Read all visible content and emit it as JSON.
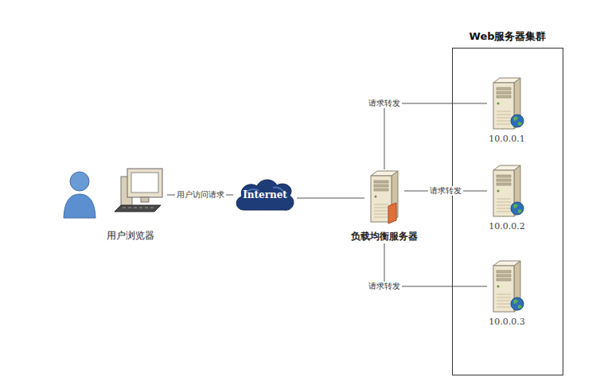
{
  "diagram": {
    "nodes": [
      {
        "text": [
          "用户浏览器"
        ]
      },
      {
        "text": [
          "Internet"
        ]
      },
      {
        "text": [
          "负载均衡服务器"
        ]
      },
      {
        "text": [
          "Web服务器集群"
        ]
      },
      {
        "text": [
          "10.0.0.1"
        ],
        "in": 3
      },
      {
        "text": [
          "10.0.0.2"
        ],
        "in": 3
      },
      {
        "text": [
          "10.0.0.3"
        ],
        "in": 3
      }
    ],
    "edges": [
      {
        "from": 0,
        "to": 1,
        "label": "用户访问请求",
        "arrow": "none"
      },
      {
        "from": 1,
        "to": 2,
        "arrow": "none"
      },
      {
        "from": 2,
        "to": 4,
        "label": "请求转发",
        "arrow": "none"
      },
      {
        "from": 2,
        "to": 5,
        "label": "请求转发",
        "arrow": "none"
      },
      {
        "from": 2,
        "to": 6,
        "label": "请求转发",
        "arrow": "none"
      }
    ]
  }
}
